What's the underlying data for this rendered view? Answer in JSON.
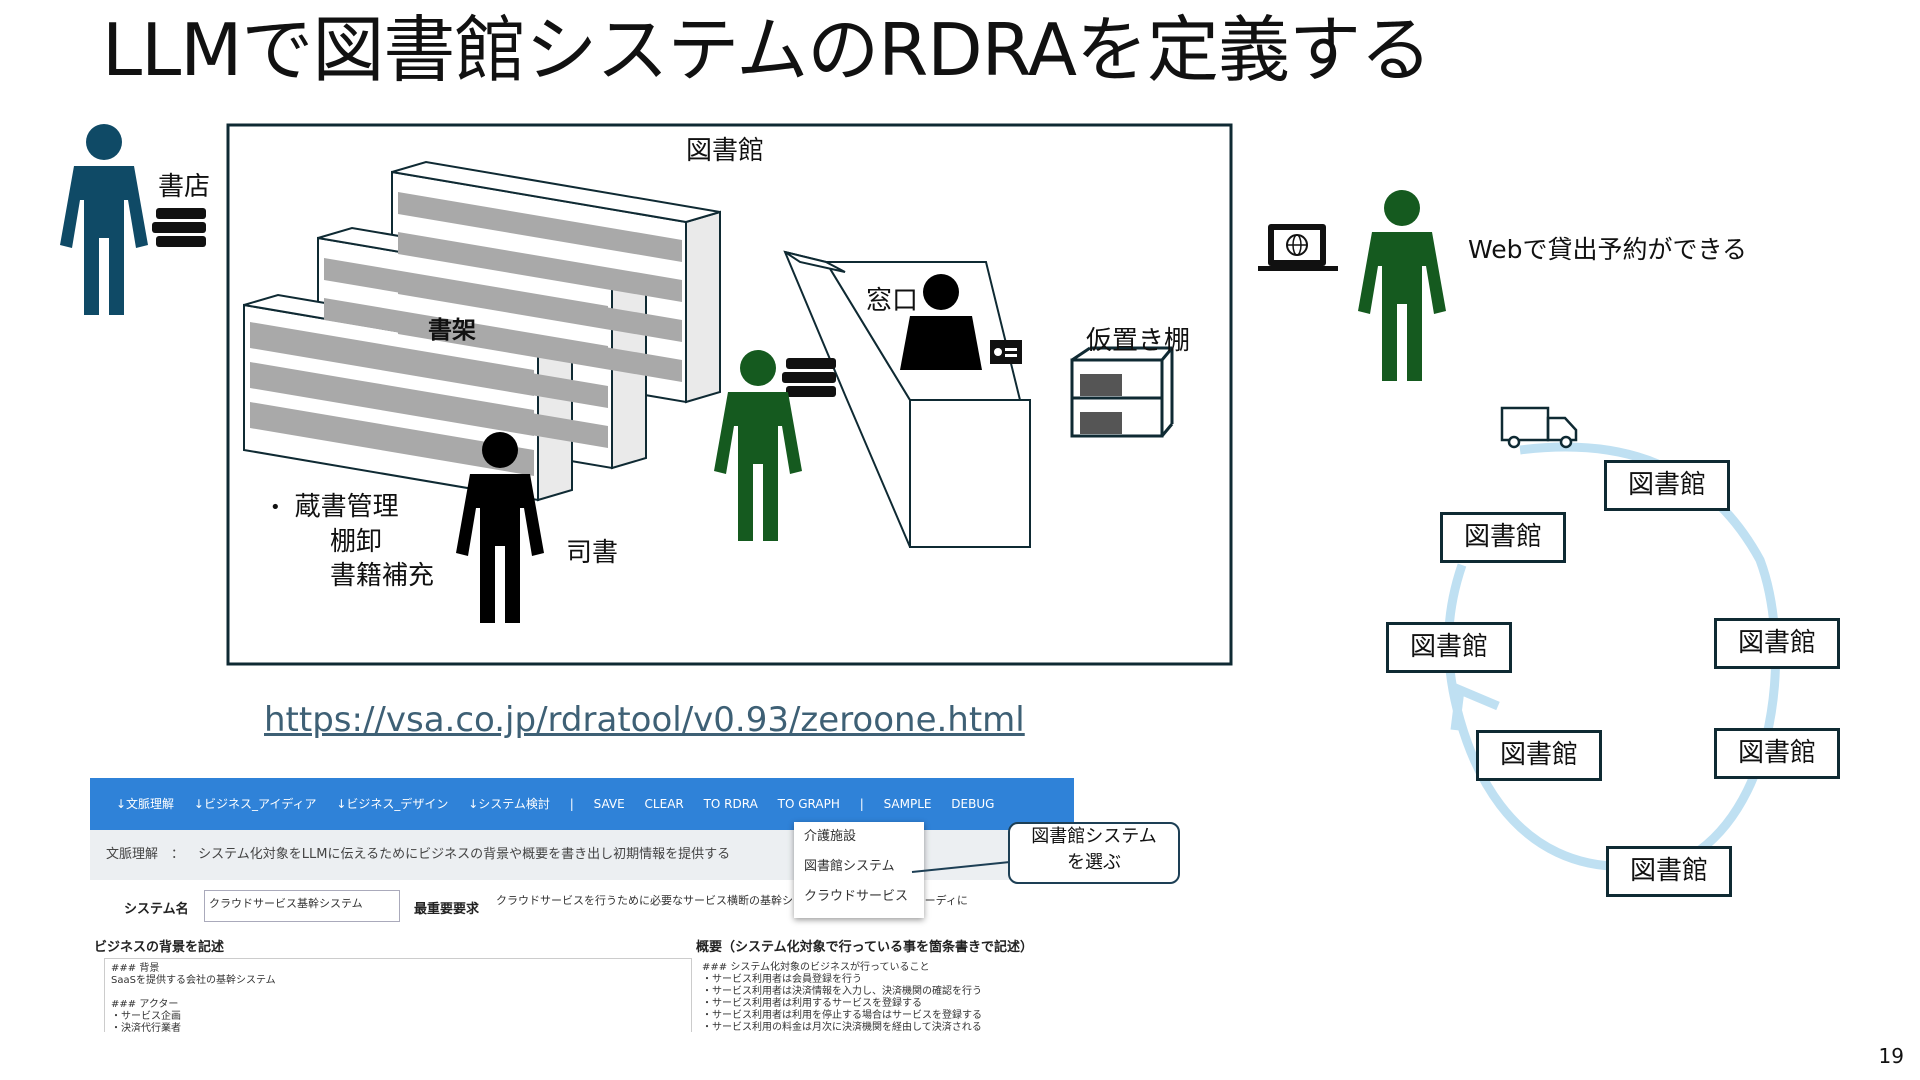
{
  "slide": {
    "title": "LLMで図書館システムのRDRAを定義する",
    "page_number": "19",
    "url": "https://vsa.co.jp/rdratool/v0.93/zeroone.html"
  },
  "library_scene": {
    "library_label": "図書館",
    "shelf_label": "書架",
    "counter_label": "窓口",
    "temp_shelf_label": "仮置き棚",
    "librarian_label": "司書",
    "bookstore_label": "書店",
    "tasks": [
      "蔵書管理",
      "棚卸",
      "書籍補充"
    ]
  },
  "web_reservation": {
    "label": "Webで貸出予約ができる"
  },
  "library_network": {
    "nodes": [
      "図書館",
      "図書館",
      "図書館",
      "図書館",
      "図書館",
      "図書館",
      "図書館"
    ]
  },
  "tool": {
    "menu": [
      "↓文脈理解",
      "↓ビジネス_アイディア",
      "↓ビジネス_デザイン",
      "↓システム検討",
      "|",
      "SAVE",
      "CLEAR",
      "TO RDRA",
      "TO GRAPH",
      "|",
      "SAMPLE",
      "DEBUG"
    ],
    "description_label": "文脈理解　：",
    "description_text": "システム化対象をLLMに伝えるためにビジネスの背景や概要を書き出し初期情報を提供する",
    "system_name_label": "システム名",
    "system_name_value": "クラウドサービス基幹システム",
    "top_requirement_label": "最重要要求",
    "top_requirement_value": "クラウドサービスを行うために必要なサービス横断の基幹システムの追加・改善がスピーディに",
    "background_label": "ビジネスの背景を記述",
    "background_text": "### 背景\nSaaSを提供する会社の基幹システム\n\n### アクター\n・サービス企画\n・決済代行業者",
    "summary_label": "概要（システム化対象で行っている事を箇条書きで記述）",
    "summary_text": "### システム化対象のビジネスが行っていること\n・サービス利用者は会員登録を行う\n・サービス利用者は決済情報を入力し、決済機関の確認を行う\n・サービス利用者は利用するサービスを登録する\n・サービス利用者は利用を停止する場合はサービスを登録する\n・サービス利用の料金は月次に決済機関を経由して決済される",
    "dropdown": [
      "介護施設",
      "図書館システム",
      "クラウドサービス"
    ],
    "callout": "図書館システム\nを選ぶ"
  },
  "colors": {
    "actor_navy": "#0f4a66",
    "actor_green": "#155a1f",
    "actor_black": "#000000",
    "toolbar_blue": "#2f82d8",
    "cycle_arrow": "#bfe0f2",
    "url_color": "#3e6075"
  }
}
